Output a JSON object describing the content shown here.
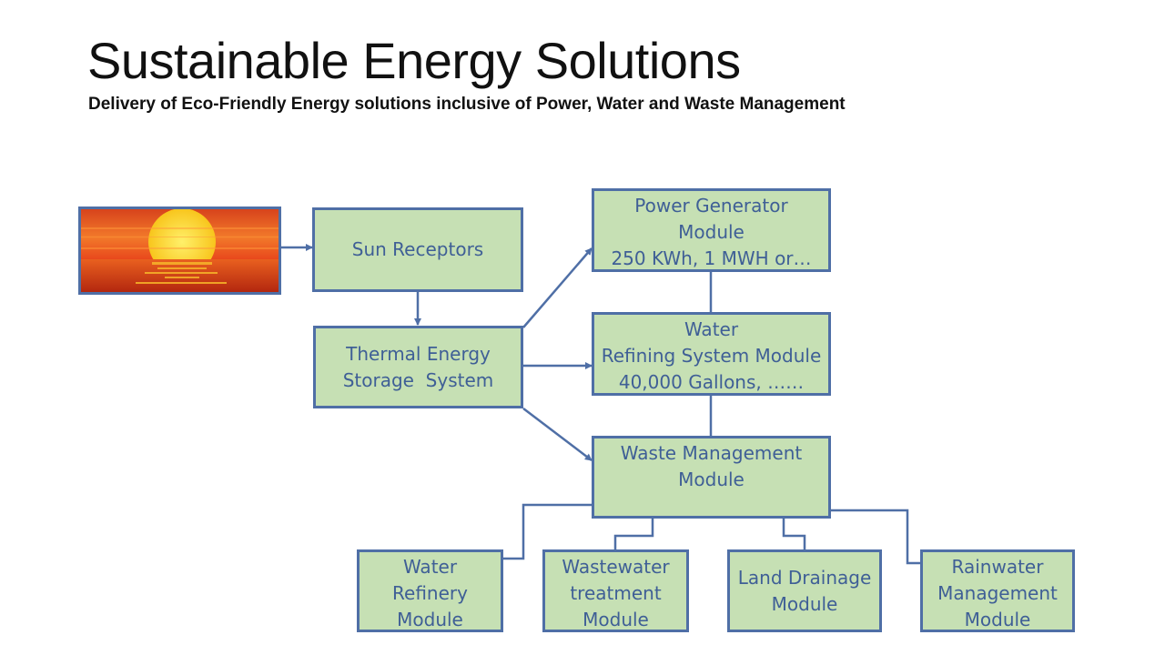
{
  "header": {
    "title": "Sustainable Energy Solutions",
    "subtitle": "Delivery of Eco-Friendly Energy solutions inclusive of Power, Water and Waste Management"
  },
  "image": {
    "icon": "sunset-image"
  },
  "nodes": {
    "sun_receptors": [
      "Sun Receptors"
    ],
    "thermal_storage": [
      "Thermal Energy",
      "Storage  System"
    ],
    "power_generator": [
      "Power Generator",
      "Module",
      "250 KWh, 1 MWH or…"
    ],
    "water_refining": [
      "Water",
      "Refining System Module",
      "40,000 Gallons, ……"
    ],
    "waste_management": [
      "Waste Management",
      "Module"
    ],
    "water_refinery": [
      "Water",
      "Refinery",
      "Module"
    ],
    "wastewater": [
      "Wastewater",
      "treatment",
      "Module"
    ],
    "land_drainage": [
      "Land Drainage",
      "Module"
    ],
    "rainwater": [
      "Rainwater",
      "Management",
      "Module"
    ]
  },
  "colors": {
    "box_fill": "#c6e0b4",
    "box_border": "#4f6fa6",
    "text": "#3f5f96",
    "connector": "#4f6fa6"
  }
}
